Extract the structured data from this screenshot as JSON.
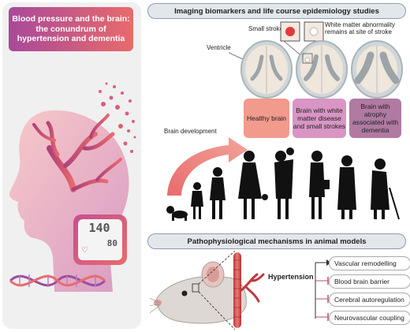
{
  "title": "Blood pressure and the brain: the conundrum of hypertension and dementia",
  "bp_monitor": {
    "top": "140",
    "bottom": "80"
  },
  "imaging": {
    "header": "Imaging biomarkers and life course epidemiology studies",
    "small_stroke": "Small stroke",
    "white_matter_note": "White matter abnormality remains at site of stroke",
    "ventricle": "Ventricle",
    "stages": [
      "Healthy brain",
      "Brain with white matter disease and small strokes",
      "Brain with atrophy associated with dementia"
    ],
    "brain_development": "Brain development"
  },
  "patho": {
    "header": "Pathophysiological mechanisms in animal models",
    "hypertension": "Hypertension",
    "mechanisms": [
      "Vascular remodelling",
      "Blood brain barrier",
      "Cerebral autoregulation",
      "Neurovascular coupling"
    ]
  },
  "colors": {
    "accent_pink": "#e86b6b",
    "accent_purple": "#a8499a",
    "header_bg": "#e3e7ec"
  }
}
